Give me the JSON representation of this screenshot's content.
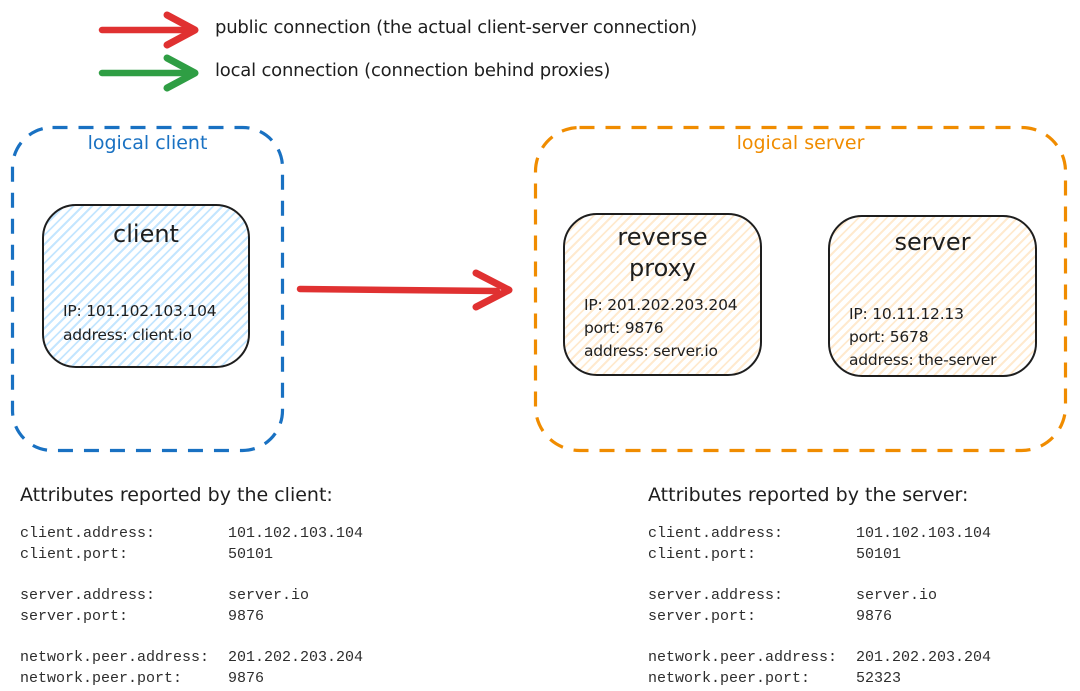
{
  "colors": {
    "public_connection": "#e03131",
    "local_connection": "#2f9e44",
    "logical_client_stroke": "#1971c2",
    "logical_server_stroke": "#f08c00",
    "ink": "#1e1e1e",
    "client_node_hatch": "#a5d8ff",
    "server_node_hatch": "#ffd8a8"
  },
  "legend": {
    "items": [
      {
        "name": "public-connection",
        "label": "public connection (the actual client-server connection)"
      },
      {
        "name": "local-connection",
        "label": "local connection (connection behind proxies)"
      }
    ]
  },
  "diagram": {
    "logical_client": {
      "label": "logical client",
      "client_node": {
        "title": "client",
        "lines": [
          "IP: 101.102.103.104",
          "address: client.io"
        ]
      }
    },
    "logical_server": {
      "label": "logical server",
      "reverse_proxy_node": {
        "title": "reverse proxy",
        "lines": [
          "IP: 201.202.203.204",
          "port: 9876",
          "address: server.io"
        ]
      },
      "server_node": {
        "title": "server",
        "lines": [
          "IP: 10.11.12.13",
          "port: 5678",
          "address: the-server"
        ]
      }
    }
  },
  "attributes": {
    "client": {
      "heading": "Attributes reported by the client:",
      "groups": [
        {
          "rows": [
            {
              "key": "client.address:",
              "value": "101.102.103.104"
            },
            {
              "key": "client.port:",
              "value": "50101"
            }
          ]
        },
        {
          "rows": [
            {
              "key": "server.address:",
              "value": "server.io"
            },
            {
              "key": "server.port:",
              "value": "9876"
            }
          ]
        },
        {
          "rows": [
            {
              "key": "network.peer.address:",
              "value": "201.202.203.204"
            },
            {
              "key": "network.peer.port:",
              "value": "9876"
            }
          ]
        }
      ]
    },
    "server": {
      "heading": "Attributes reported by the server:",
      "groups": [
        {
          "rows": [
            {
              "key": "client.address:",
              "value": "101.102.103.104"
            },
            {
              "key": "client.port:",
              "value": "50101"
            }
          ]
        },
        {
          "rows": [
            {
              "key": "server.address:",
              "value": "server.io"
            },
            {
              "key": "server.port:",
              "value": "9876"
            }
          ]
        },
        {
          "rows": [
            {
              "key": "network.peer.address:",
              "value": "201.202.203.204"
            },
            {
              "key": "network.peer.port:",
              "value": "52323"
            }
          ]
        }
      ]
    }
  }
}
